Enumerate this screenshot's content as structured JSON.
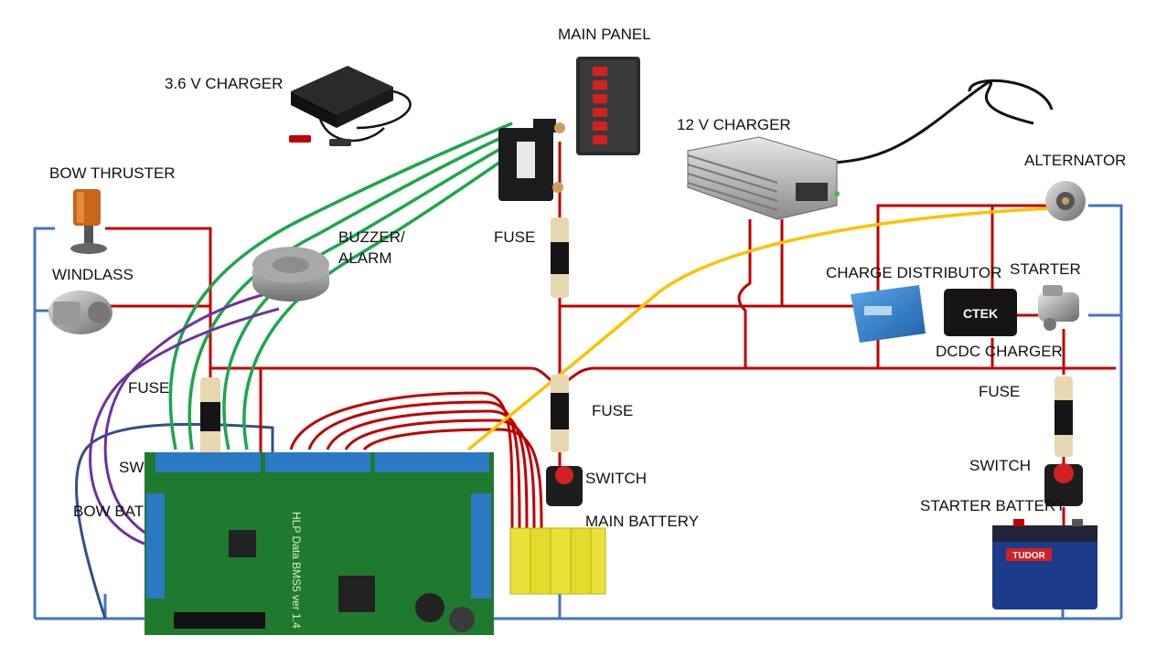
{
  "labels": {
    "main_panel": "MAIN PANEL",
    "charger_36v": "3.6 V CHARGER",
    "charger_12v": "12 V CHARGER",
    "bow_thruster": "BOW THRUSTER",
    "alternator": "ALTERNATOR",
    "buzzer_line1": "BUZZER/",
    "buzzer_line2": "ALARM",
    "fuse_top": "FUSE",
    "windlass": "WINDLASS",
    "charge_distributor": "CHARGE DISTRIBUTOR",
    "starter": "STARTER",
    "dcdc_charger": "DCDC CHARGER",
    "fuse_left": "FUSE",
    "fuse_main": "FUSE",
    "fuse_starter": "FUSE",
    "sw": "SW",
    "bow_bat": "BOW BAT",
    "switch_main": "SWITCH",
    "switch_starter": "SWITCH",
    "main_battery": "MAIN BATTERY",
    "starter_battery": "STARTER BATTERY"
  },
  "device_text": {
    "ctek": "CTEK",
    "bms_board": "HLP Data BMS5 ver 1.4",
    "battery_brand": "TUDOR"
  },
  "wire_colors": {
    "positive": "#c00000",
    "negative": "#4472c4",
    "signal_green": "#1aa84b",
    "signal_purple": "#7030a0",
    "alternator_sense": "#ffc000",
    "bow_negative": "#2f4f8f",
    "mains_cable": "#111111"
  }
}
